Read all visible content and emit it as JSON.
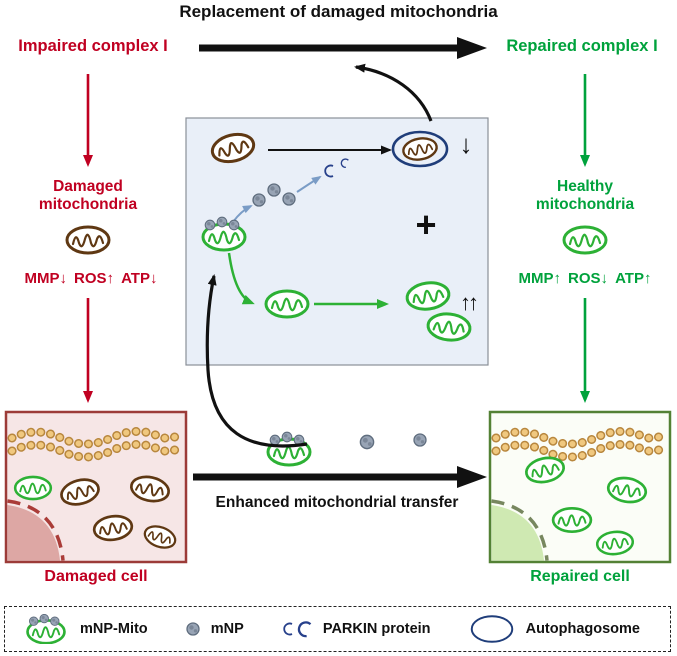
{
  "title": "Replacement of damaged mitochondria",
  "left": {
    "complex": "Impaired complex I",
    "mito_label": "Damaged mitochondria",
    "markers": [
      "MMP↓",
      "ROS↑",
      "ATP↓"
    ],
    "cell_label": "Damaged cell"
  },
  "right": {
    "complex": "Repaired complex I",
    "mito_label": "Healthy mitochondria",
    "markers": [
      "MMP↑",
      "ROS↓",
      "ATP↑"
    ],
    "cell_label": "Repaired cell"
  },
  "center": {
    "transfer_label": "Enhanced mitochondrial transfer",
    "plus": "+",
    "down_arrow": "↓",
    "up_arrows": "↑↑"
  },
  "legend": {
    "items": [
      {
        "icon": "mnp-mito-icon",
        "label": "mNP-Mito"
      },
      {
        "icon": "mnp-icon",
        "label": "mNP"
      },
      {
        "icon": "parkin-protein-icon",
        "label": "PARKIN protein"
      },
      {
        "icon": "autophagosome-icon",
        "label": "Autophagosome"
      }
    ]
  },
  "colors": {
    "red": "#c00021",
    "green": "#00a23c",
    "mito_brown": "#5f3813",
    "mito_green": "#2db135",
    "navy": "#1f3d7a",
    "mnp_gray": "#98a4b5",
    "center_box_bg": "#e9eff8",
    "damaged_cell_fill": "#f6e6e6",
    "damaged_cell_border": "#9c3b38",
    "repaired_cell_border": "#538135"
  }
}
